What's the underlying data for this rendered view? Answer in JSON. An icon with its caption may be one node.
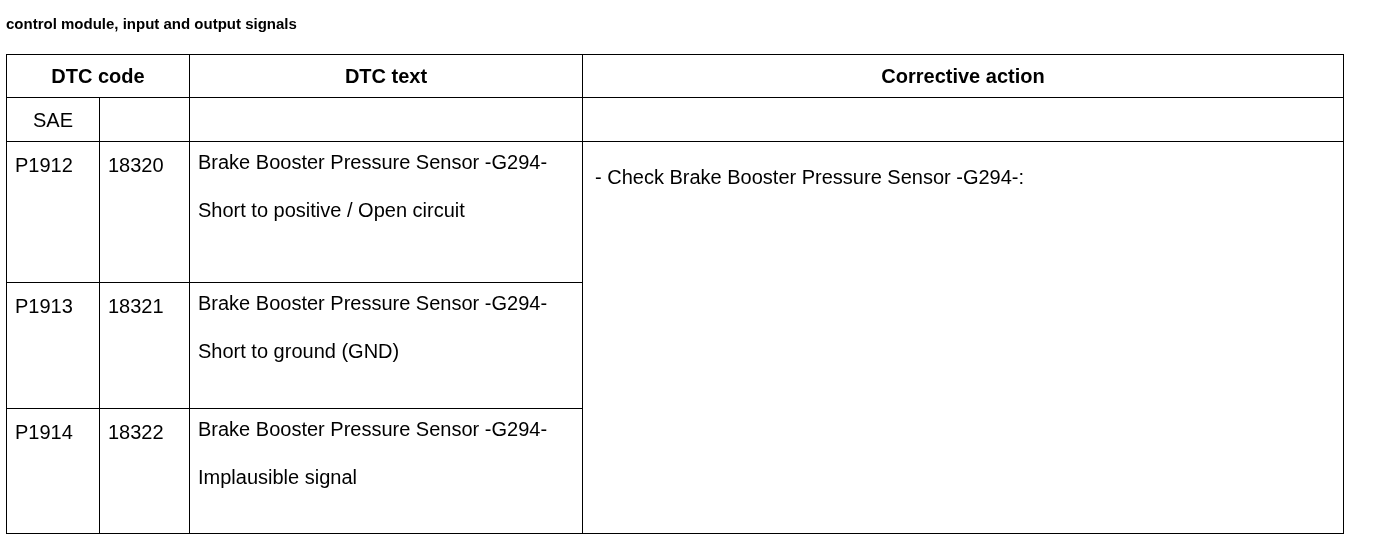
{
  "diagram": {
    "title": "control module, input and output signals",
    "labels": [
      "DTC code",
      "DTC text",
      "Corrective action",
      "SAE",
      "P1912",
      "18320",
      "Brake Booster Pressure Sensor -G294-",
      "Short to positive / Open circuit",
      "- Check Brake Booster Pressure Sensor -G294-:",
      "P1913",
      "18321",
      "Brake Booster Pressure Sensor -G294-",
      "Short to ground (GND)",
      "P1914",
      "18322",
      "Brake Booster Pressure Sensor -G294-",
      "Implausible signal"
    ]
  }
}
